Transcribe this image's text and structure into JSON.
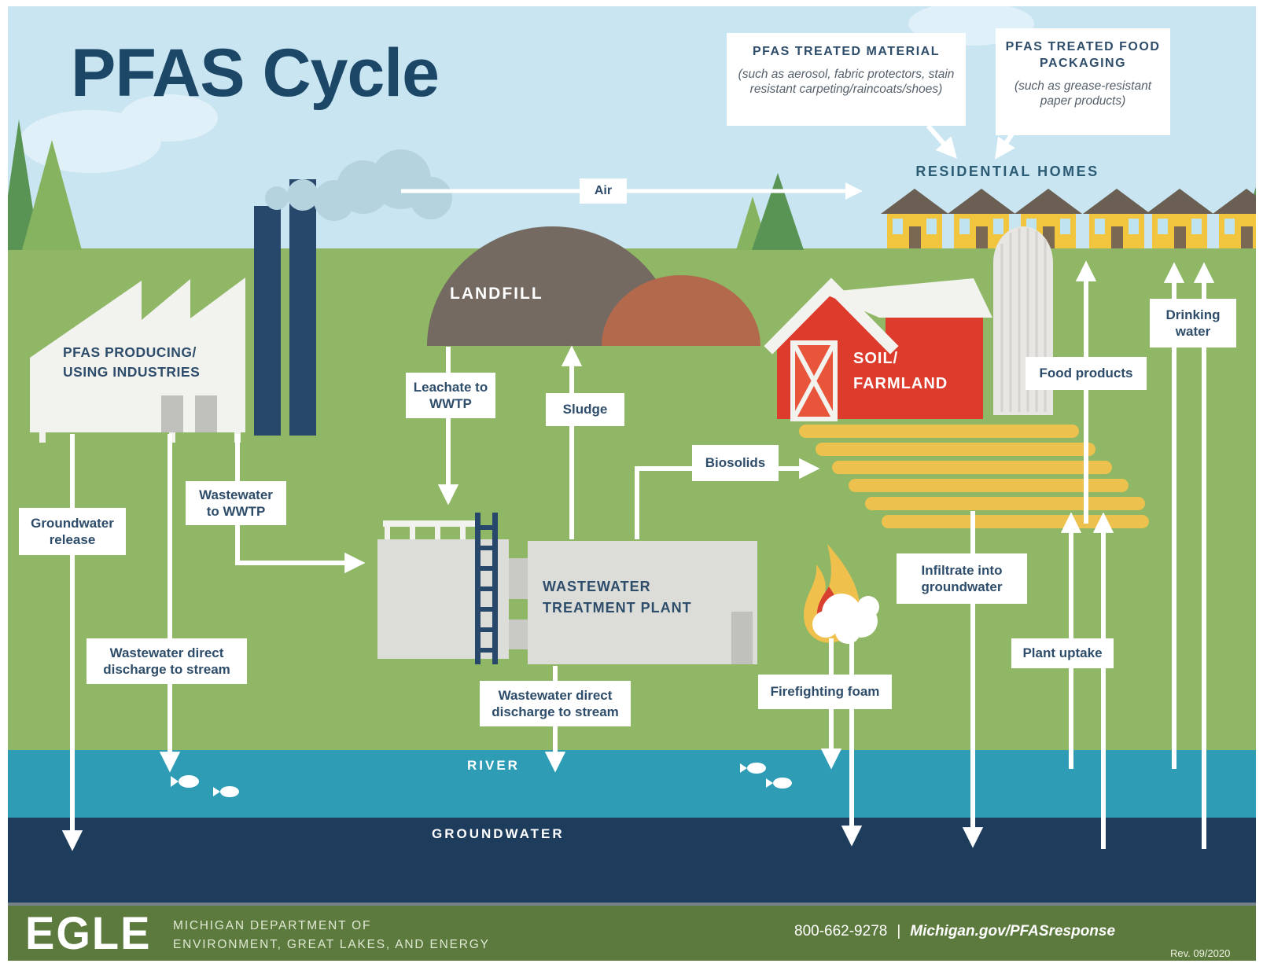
{
  "poster": {
    "title": "PFAS Cycle",
    "callouts": {
      "material": {
        "title": "PFAS TREATED MATERIAL",
        "subtitle": "(such as aerosol, fabric protectors, stain resistant carpeting/raincoats/shoes)"
      },
      "packaging": {
        "title": "PFAS TREATED FOOD PACKAGING",
        "subtitle": "(such as grease-resistant paper products)"
      }
    },
    "nodes": {
      "industries": "PFAS PRODUCING/ USING INDUSTRIES",
      "landfill": "LANDFILL",
      "wwtp": "WASTEWATER TREATMENT PLANT",
      "soil_farmland": "SOIL/ FARMLAND",
      "residential_homes": "RESIDENTIAL HOMES",
      "river": "RIVER",
      "groundwater": "GROUNDWATER"
    },
    "flows": {
      "air": "Air",
      "leachate_to_wwtp": "Leachate to WWTP",
      "sludge": "Sludge",
      "wastewater_to_wwtp": "Wastewater to WWTP",
      "groundwater_release": "Groundwater release",
      "wastewater_direct_discharge_industry": "Wastewater direct discharge to stream",
      "wastewater_direct_discharge_wwtp": "Wastewater direct discharge to stream",
      "biosolids": "Biosolids",
      "firefighting_foam": "Firefighting foam",
      "infiltrate_into_groundwater": "Infiltrate into groundwater",
      "plant_uptake": "Plant uptake",
      "food_products": "Food products",
      "drinking_water": "Drinking water"
    },
    "footer": {
      "logo": "EGLE",
      "department_line1": "MICHIGAN DEPARTMENT OF",
      "department_line2": "ENVIRONMENT, GREAT LAKES, AND ENERGY",
      "phone": "800-662-9278",
      "separator": "|",
      "website": "Michigan.gov/PFASresponse",
      "revision": "Rev. 09/2020"
    },
    "colors": {
      "sky": "#c9e5f1",
      "cloud": "#dff0f8",
      "grass": "#8fb766",
      "river": "#2e9cb5",
      "groundwater": "#1e3c5c",
      "footer-green": "#5d7a3e",
      "navy": "#2e4d6b",
      "title-navy": "#1d4767",
      "teal-header": "#2b5a73",
      "subtitle-gray": "#55606b",
      "landfill-brown": "#746a61",
      "landfill-mound": "#b3694c",
      "barn-red": "#dd3b2c",
      "crop-yellow": "#ecc14e",
      "house-yellow": "#f2c53f",
      "roof-brown": "#6b5e53",
      "building-gray": "#dcddd9",
      "chimney-navy": "#27486b",
      "tree-green": "#5a9455",
      "tree-light": "#86b35f",
      "window-blue": "#bfe3ef",
      "smoke": "#b5d3de",
      "flame-yellow": "#f0c04c",
      "flame-red": "#d8402f"
    }
  }
}
